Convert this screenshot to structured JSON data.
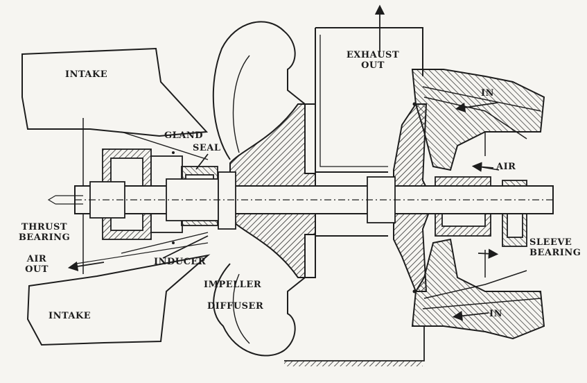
{
  "labels": {
    "intake_top": "INTAKE",
    "intake_bottom": "INTAKE",
    "exhaust_line1": "EXHAUST",
    "exhaust_line2": "OUT",
    "in_top": "IN",
    "in_bottom": "IN",
    "gland": "GLAND",
    "seal": "SEAL",
    "air_right": "AIR",
    "thrust_line1": "THRUST",
    "thrust_line2": "BEARING",
    "air_out_line1": "AIR",
    "air_out_line2": "OUT",
    "inducer": "INDUCER",
    "impeller": "IMPELLER",
    "diffuser": "DIFFUSER",
    "sleeve_line1": "SLEEVE",
    "sleeve_line2": "BEARING"
  },
  "colors": {
    "ink": "#1d1d1d",
    "paper": "#f6f5f1"
  }
}
